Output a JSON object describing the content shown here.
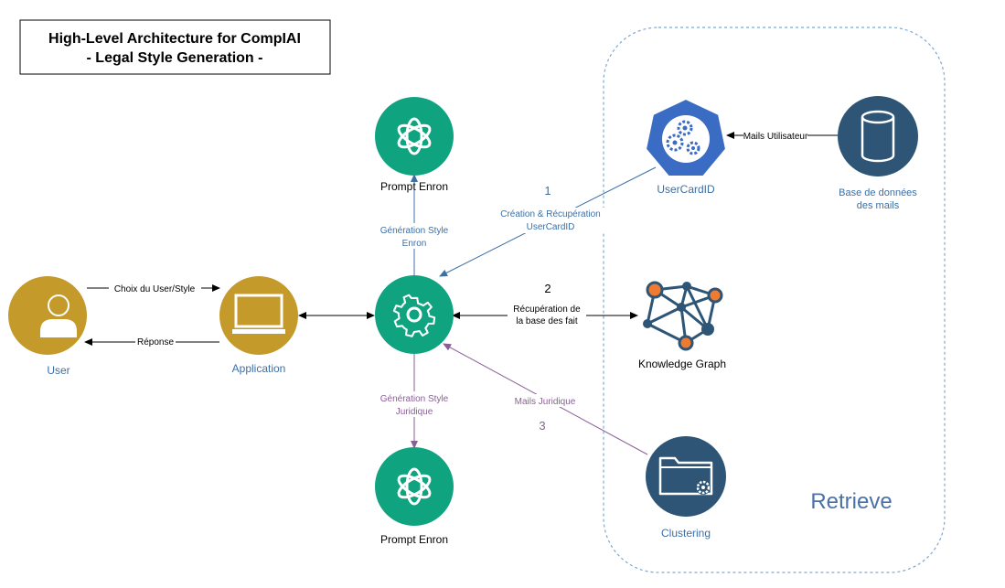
{
  "title": {
    "line1": "High-Level Architecture for CompIAI",
    "line2": "- Legal Style Generation -"
  },
  "nodes": {
    "user": {
      "label": "User"
    },
    "application": {
      "label": "Application"
    },
    "prompt_top": {
      "label": "Prompt Enron"
    },
    "prompt_bottom": {
      "label": "Prompt Enron"
    },
    "usercard": {
      "label": "UserCardID"
    },
    "database": {
      "label1": "Base de données",
      "label2": "des mails"
    },
    "knowledge_graph": {
      "label": "Knowledge Graph"
    },
    "clustering": {
      "label": "Clustering"
    }
  },
  "edges": {
    "choix": "Choix du User/Style",
    "reponse": "Réponse",
    "gen_enron_1": "Génération Style",
    "gen_enron_2": "Enron",
    "gen_jur_1": "Génération Style",
    "gen_jur_2": "Juridique",
    "creation_1": "Création & Récupération",
    "creation_2": "UserCardID",
    "recup_1": "Récupération de",
    "recup_2": "la base des fait",
    "mails_jur": "Mails Juridique",
    "mails_user": "Mails Utilisateur"
  },
  "steps": {
    "one": "1",
    "two": "2",
    "three": "3"
  },
  "retrieve": {
    "label": "Retrieve"
  },
  "colors": {
    "teal": "#0fa37f",
    "gold": "#c49a2a",
    "navy": "#2e5576",
    "k8s": "#3a6cc4",
    "blue_text": "#3c6fa6",
    "purple": "#8a5e96",
    "orange": "#ee7b30",
    "dashed": "#7fa7d2"
  }
}
